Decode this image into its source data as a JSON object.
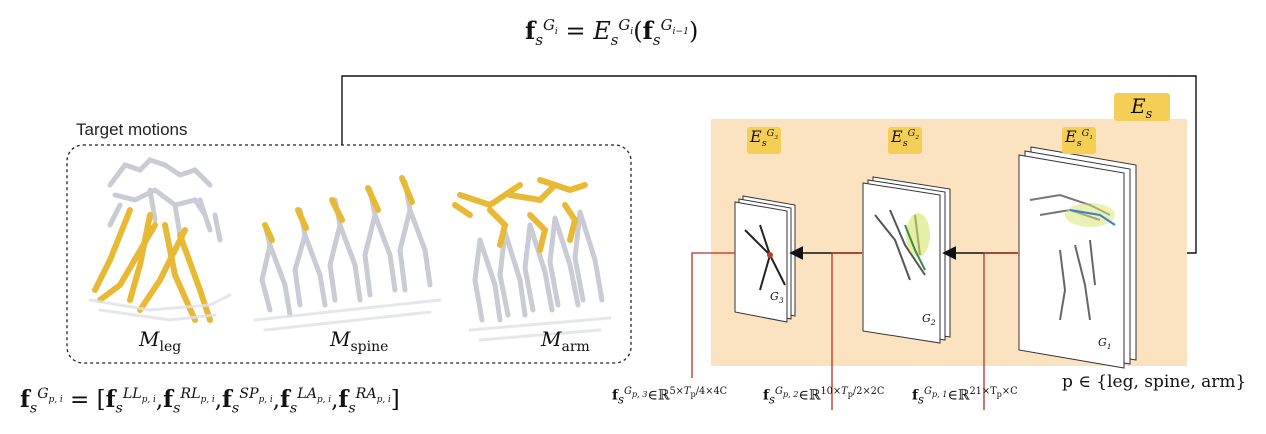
{
  "equations": {
    "top": {
      "lhs_base": "f",
      "lhs_sub": "s",
      "lhs_sup": "G",
      "lhs_sup_sub": "i",
      "eq": "=",
      "rhs_func": "E",
      "rhs_func_sub": "s",
      "rhs_func_sup": "G",
      "rhs_func_sup_sub": "i",
      "arg_base": "f",
      "arg_sub": "s",
      "arg_sup": "G",
      "arg_sup_sub": "i−1"
    },
    "bottom": {
      "lhs": "f",
      "lhs_sub": "s",
      "lhs_sup": "G",
      "lhs_sup_sub": "p, i",
      "eq": "= [",
      "terms": [
        {
          "base": "f",
          "sub": "s",
          "sup": "LL",
          "sup_sub": "p, i"
        },
        {
          "base": "f",
          "sub": "s",
          "sup": "RL",
          "sup_sub": "p, i"
        },
        {
          "base": "f",
          "sub": "s",
          "sup": "SP",
          "sup_sub": "p, i"
        },
        {
          "base": "f",
          "sub": "s",
          "sup": "LA",
          "sup_sub": "p, i"
        },
        {
          "base": "f",
          "sub": "s",
          "sup": "RA",
          "sup_sub": "p, i"
        }
      ],
      "close": "]"
    }
  },
  "target_motions": {
    "title": "Target motions",
    "labels": [
      {
        "base": "M",
        "sub": "leg"
      },
      {
        "base": "M",
        "sub": "spine"
      },
      {
        "base": "M",
        "sub": "arm"
      }
    ]
  },
  "encoder": {
    "label": {
      "base": "E",
      "sub": "s"
    },
    "stages": [
      {
        "badge_base": "E",
        "badge_sub": "s",
        "badge_sup": "G",
        "badge_sup_sub": "3",
        "group_label": "G",
        "group_sub": "3"
      },
      {
        "badge_base": "E",
        "badge_sub": "s",
        "badge_sup": "G",
        "badge_sup_sub": "2",
        "group_label": "G",
        "group_sub": "2"
      },
      {
        "badge_base": "E",
        "badge_sub": "s",
        "badge_sup": "G",
        "badge_sup_sub": "1",
        "group_label": "G",
        "group_sub": "1"
      }
    ],
    "dims": [
      {
        "f": "f",
        "sub": "s",
        "sup": "G",
        "sup_sub": "p, 3",
        "in": "∈ℝ",
        "shape": "5×",
        "frac_num": "T",
        "frac_num_sub": "p",
        "frac_den": "4",
        "rest": "×4C"
      },
      {
        "f": "f",
        "sub": "s",
        "sup": "G",
        "sup_sub": "p, 2",
        "in": "∈ℝ",
        "shape": "10×",
        "frac_num": "T",
        "frac_num_sub": "p",
        "frac_den": "2",
        "rest": "×2C"
      },
      {
        "f": "f",
        "sub": "s",
        "sup": "G",
        "sup_sub": "p, 1",
        "in": "∈ℝ",
        "shape": "21×T",
        "shape_sub": "p",
        "rest": "×C"
      }
    ],
    "p_set": "p ∈ {leg, spine, arm}"
  },
  "colors": {
    "bone_gold": "#e8b934",
    "bone_gray": "#c9ccd4",
    "panel_bg": "#fbe3c2",
    "badge": "#f5cf55",
    "red_line": "#b8301f",
    "arrow": "#111111"
  }
}
